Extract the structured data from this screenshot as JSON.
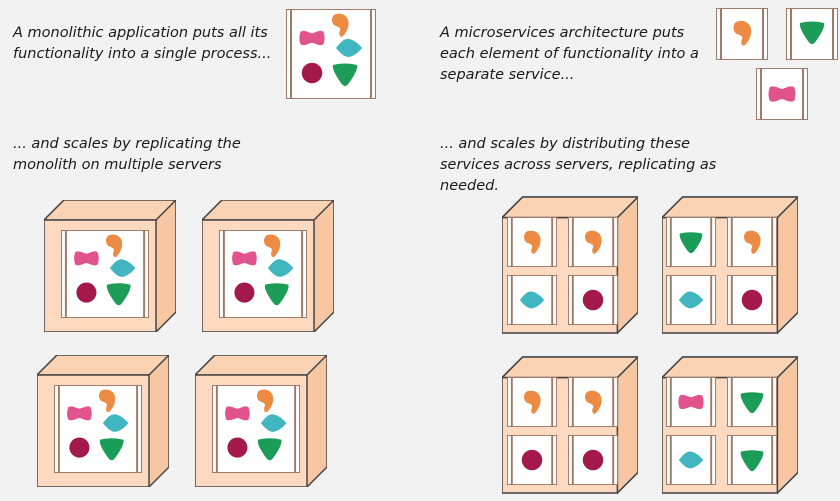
{
  "captions": {
    "mono_intro": "A monolithic application puts all its functionality into a single process...",
    "mono_scale": "... and scales by replicating the monolith on multiple servers",
    "micro_intro": "A microservices architecture puts each element of functionality into a separate service...",
    "micro_scale": "... and scales by distributing these services across servers, replicating as needed."
  },
  "colors": {
    "server_front": "#fcd9bf",
    "server_side": "#f6c7a2",
    "server_stroke": "#444444",
    "frame": "#9e7a68",
    "shape_pink": "#e2528c",
    "shape_orange": "#ed8b44",
    "shape_teal": "#3fb6c0",
    "shape_maroon": "#a3194b",
    "shape_green": "#1b9c57"
  },
  "icons": [
    "pink-bowtie-icon",
    "orange-blob-icon",
    "teal-diamond-icon",
    "maroon-circle-icon",
    "green-triangle-icon"
  ]
}
